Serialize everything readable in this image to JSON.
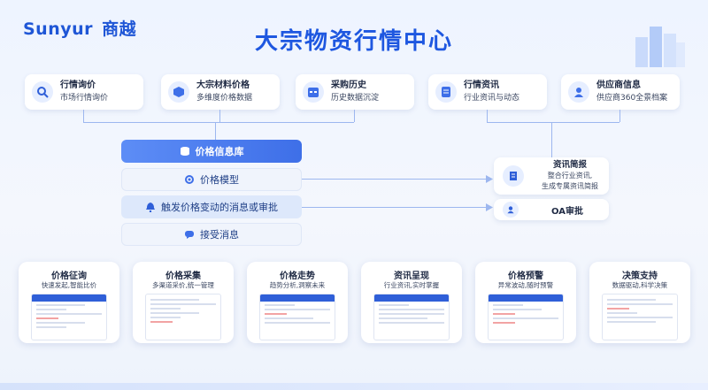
{
  "logo": {
    "brand": "Sunyur",
    "cn": "商越"
  },
  "title": "大宗物资行情中心",
  "top_cards": [
    {
      "title": "行情询价",
      "sub": "市场行情询价",
      "icon": "search-icon"
    },
    {
      "title": "大宗材料价格",
      "sub": "多维度价格数据",
      "icon": "cube-icon"
    },
    {
      "title": "采购历史",
      "sub": "历史数据沉淀",
      "icon": "calendar-icon"
    },
    {
      "title": "行情资讯",
      "sub": "行业资讯与动态",
      "icon": "document-icon"
    },
    {
      "title": "供应商信息",
      "sub": "供应商360全景档案",
      "icon": "user-icon"
    }
  ],
  "center_flow": [
    {
      "label": "价格信息库",
      "icon": "database-icon"
    },
    {
      "label": "价格模型",
      "icon": "settings-icon"
    },
    {
      "label": "触发价格变动的消息或审批",
      "icon": "bell-icon"
    },
    {
      "label": "接受消息",
      "icon": "chat-icon"
    }
  ],
  "right_boxes": {
    "brief": {
      "title": "资讯简报",
      "line1": "整合行业资讯,",
      "line2": "生成专属资讯简报",
      "icon": "report-icon"
    },
    "oa": {
      "title": "OA审批",
      "icon": "user-icon"
    }
  },
  "features": [
    {
      "title": "价格征询",
      "sub": "快速发起,智能比价"
    },
    {
      "title": "价格采集",
      "sub": "多渠道采价,统一管理"
    },
    {
      "title": "价格走势",
      "sub": "趋势分析,洞察未来"
    },
    {
      "title": "资讯呈现",
      "sub": "行业资讯,实时掌握"
    },
    {
      "title": "价格预警",
      "sub": "异常波动,随时预警"
    },
    {
      "title": "决策支持",
      "sub": "数据驱动,科学决策"
    }
  ],
  "colors": {
    "brand": "#1f56d6",
    "accent": "#3e6fe8"
  }
}
